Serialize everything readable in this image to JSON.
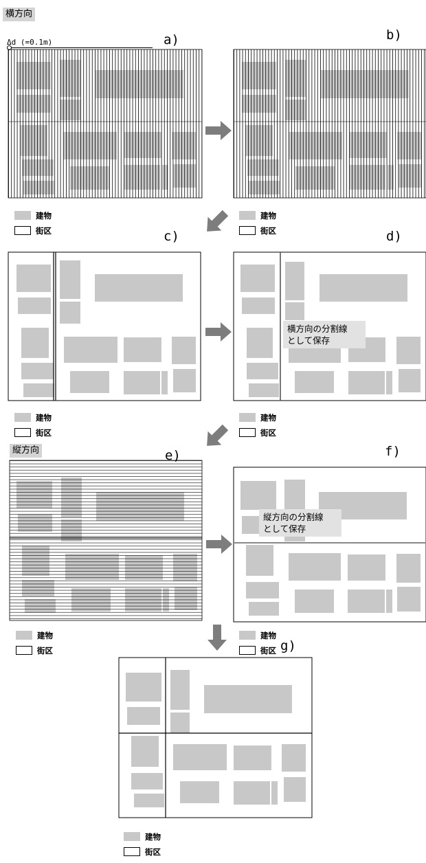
{
  "section_horizontal": "横方向",
  "section_vertical": "縦方向",
  "delta_label": "Δd (=0.1m)",
  "panels": {
    "a": "a)",
    "b": "b)",
    "c": "c)",
    "d": "d)",
    "e": "e)",
    "f": "f)",
    "g": "g)"
  },
  "notes": {
    "horizontal_save_line1": "横方向の分割線",
    "horizontal_save_line2": "として保存",
    "vertical_save_line1": "縦方向の分割線",
    "vertical_save_line2": "として保存"
  },
  "legend": {
    "building": "建物",
    "block": "街区"
  },
  "colors": {
    "building": "#c8c8c8",
    "arrow": "#7d7d7d",
    "line": "#000000",
    "divider_gray": "#888888",
    "tag_bg": "#d4d4d4"
  }
}
